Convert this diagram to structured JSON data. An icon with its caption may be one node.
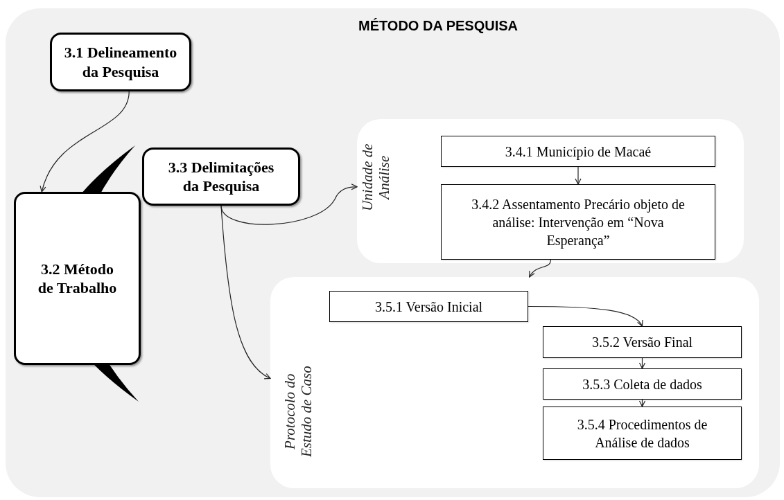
{
  "diagram": {
    "title": "MÉTODO DA PESQUISA",
    "nodes": [
      {
        "text": [
          "3.1 Delineamento da Pesquisa"
        ]
      },
      {
        "text": [
          "3.2 Método de Trabalho"
        ]
      },
      {
        "text": [
          "3.3 Delimitações da Pesquisa"
        ]
      },
      {
        "text": [
          "Unidade de Análise"
        ]
      },
      {
        "text": [
          "3.4.1 Município de Macaé"
        ],
        "in": 3
      },
      {
        "text": [
          "3.4.2 Assentamento Precário objeto de análise: Intervenção em “Nova Esperança”"
        ],
        "in": 3
      },
      {
        "text": [
          "Protocolo do Estudo de Caso"
        ]
      },
      {
        "text": [
          "3.5.1 Versão Inicial"
        ],
        "in": 6
      },
      {
        "text": [
          "3.5.2 Versão Final"
        ],
        "in": 6
      },
      {
        "text": [
          "3.5.3 Coleta de dados"
        ],
        "in": 6
      },
      {
        "text": [
          "3.5.4 Procedimentos de Análise de dados"
        ],
        "in": 6
      }
    ],
    "edges": [
      {
        "from": 0,
        "to": 1,
        "arrow": "to"
      },
      {
        "from": 2,
        "to": 3,
        "arrow": "to"
      },
      {
        "from": 2,
        "to": 6,
        "arrow": "to"
      },
      {
        "from": 4,
        "to": 5,
        "arrow": "to"
      },
      {
        "from": 5,
        "to": 6,
        "arrow": "to"
      },
      {
        "from": 7,
        "to": 8,
        "arrow": "to"
      },
      {
        "from": 8,
        "to": 9,
        "arrow": "to"
      },
      {
        "from": 9,
        "to": 10,
        "arrow": "to"
      }
    ]
  }
}
